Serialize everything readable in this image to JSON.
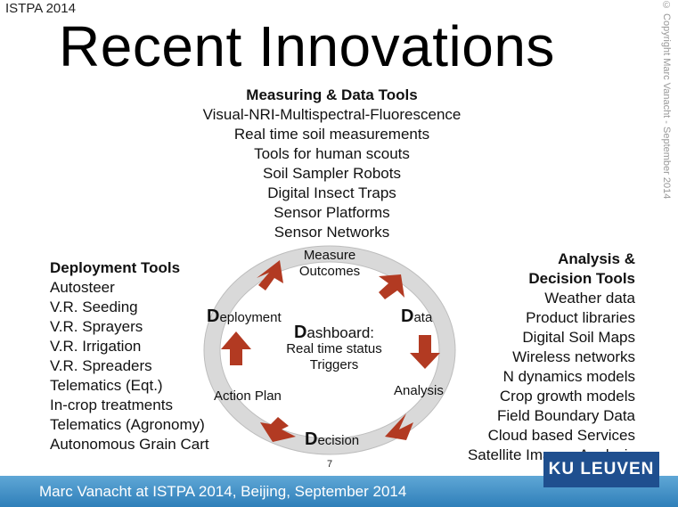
{
  "header": {
    "conference": "ISTPA 2014",
    "title": "Recent Innovations",
    "copyright": "© Copyright Marc Vanacht - September 2014"
  },
  "measuring": {
    "heading": "Measuring & Data Tools",
    "items": [
      "Visual-NRI-Multispectral-Fluorescence",
      "Real time soil measurements",
      "Tools for human scouts",
      "Soil Sampler Robots",
      "Digital Insect Traps",
      "Sensor Platforms",
      "Sensor Networks"
    ]
  },
  "deployment": {
    "heading": "Deployment Tools",
    "items": [
      "Autosteer",
      "V.R. Seeding",
      "V.R. Sprayers",
      "V.R. Irrigation",
      "V.R. Spreaders",
      "Telematics (Eqt.)",
      "In-crop treatments",
      "Telematics (Agronomy)",
      "Autonomous Grain Cart"
    ]
  },
  "analysis": {
    "heading_line1": "Analysis &",
    "heading_line2": "Decision Tools",
    "items": [
      "Weather data",
      "Product libraries",
      "Digital Soil Maps",
      "Wireless networks",
      "N dynamics models",
      "Crop growth models",
      "Field Boundary Data",
      "Cloud based Services",
      "Satellite Images Analysis"
    ]
  },
  "cycle": {
    "measure_line1": "Measure",
    "measure_line2": "Outcomes",
    "data_initial": "D",
    "data_rest": "ata",
    "deployment_initial": "D",
    "deployment_rest": "eployment",
    "analysis": "Analysis",
    "action_plan": "Action Plan",
    "decision_initial": "D",
    "decision_rest": "ecision",
    "dashboard_initial": "D",
    "dashboard_rest": "ashboard:",
    "dashboard_line2": "Real time status",
    "dashboard_line3": "Triggers",
    "arrow_color": "#b23a22",
    "ring_color": "#d9d9d9"
  },
  "page_number": "7",
  "footer": {
    "text": "Marc Vanacht at ISTPA 2014, Beijing, September 2014",
    "color": "#3d8cc4"
  },
  "logo": {
    "text": "KU LEUVEN",
    "color": "#1f4f8f"
  }
}
